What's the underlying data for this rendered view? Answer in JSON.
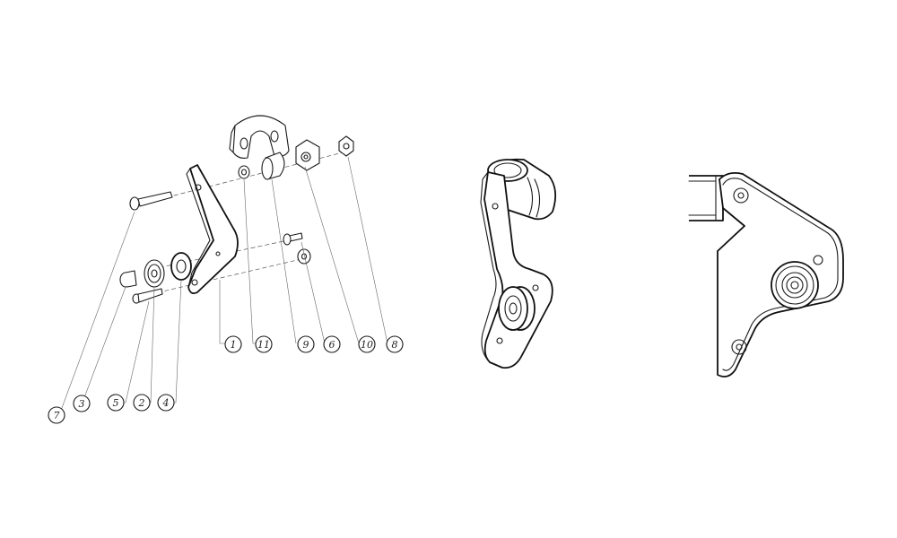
{
  "diagram": {
    "callouts": [
      {
        "id": "c1",
        "label": "1"
      },
      {
        "id": "c11",
        "label": "11"
      },
      {
        "id": "c9",
        "label": "9"
      },
      {
        "id": "c6",
        "label": "6"
      },
      {
        "id": "c10",
        "label": "10"
      },
      {
        "id": "c8",
        "label": "8"
      },
      {
        "id": "c7",
        "label": "7"
      },
      {
        "id": "c3",
        "label": "3"
      },
      {
        "id": "c5",
        "label": "5"
      },
      {
        "id": "c2",
        "label": "2"
      },
      {
        "id": "c4",
        "label": "4"
      }
    ]
  }
}
